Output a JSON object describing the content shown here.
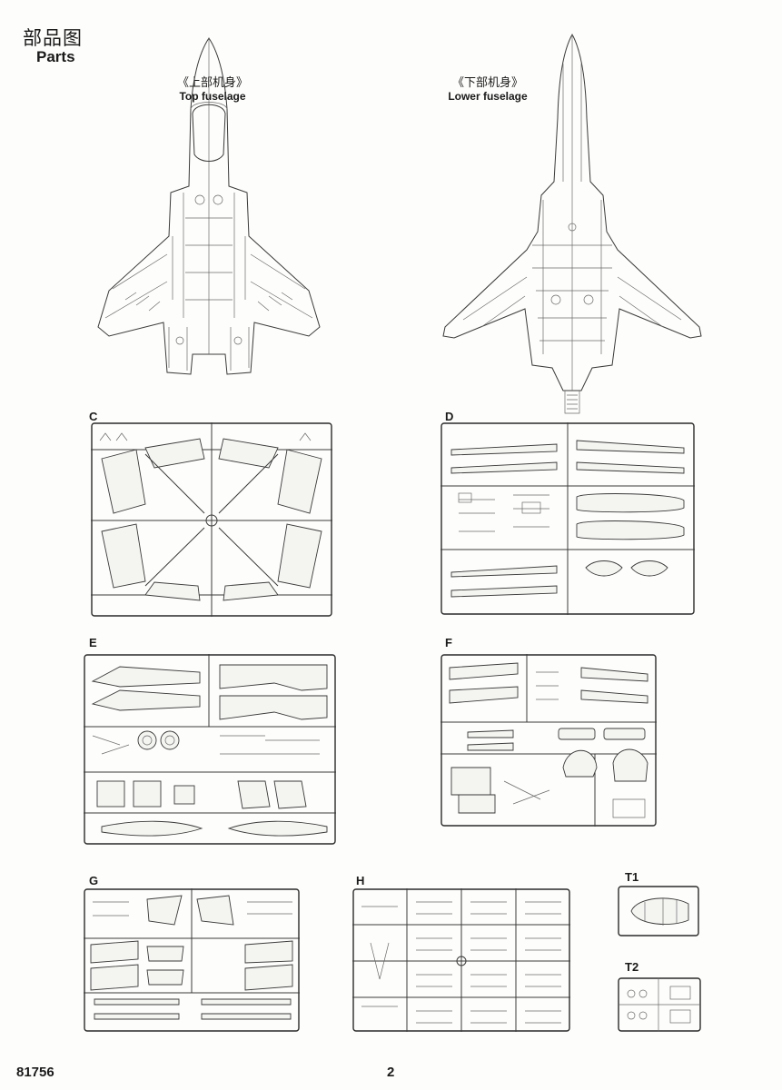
{
  "header": {
    "title_cn": "部品图",
    "title_en": "Parts"
  },
  "planes": {
    "top": {
      "cn": "《上部机身》",
      "en": "Top fuselage"
    },
    "lower": {
      "cn": "《下部机身》",
      "en": "Lower fuselage"
    }
  },
  "sprues": {
    "C": "C",
    "D": "D",
    "E": "E",
    "F": "F",
    "G": "G",
    "H": "H",
    "T1": "T1",
    "T2": "T2"
  },
  "footer": {
    "code": "81756",
    "page": "2"
  }
}
